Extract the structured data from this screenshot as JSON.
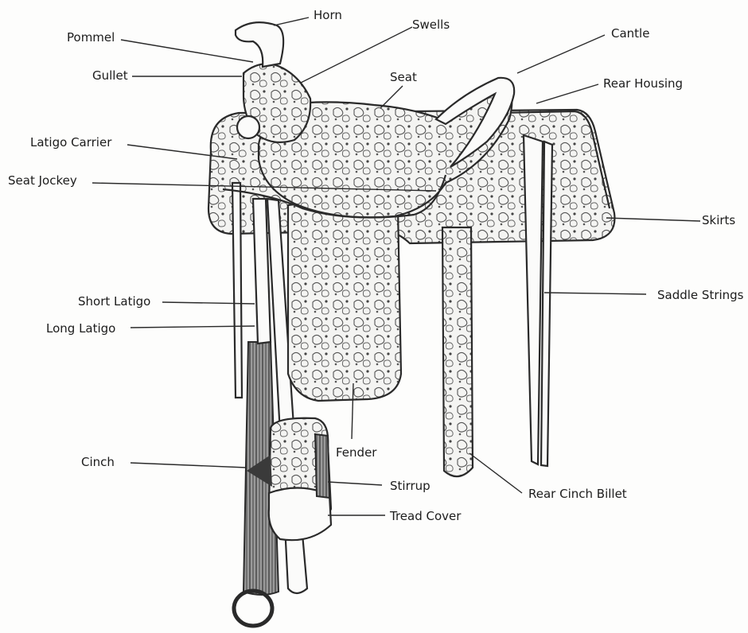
{
  "labels": {
    "horn": "Horn",
    "swells": "Swells",
    "pommel": "Pommel",
    "gullet": "Gullet",
    "cantle": "Cantle",
    "seat": "Seat",
    "rear_housing": "Rear Housing",
    "latigo_carrier": "Latigo Carrier",
    "seat_jockey": "Seat Jockey",
    "skirts": "Skirts",
    "short_latigo": "Short Latigo",
    "saddle_strings": "Saddle Strings",
    "long_latigo": "Long Latigo",
    "fender": "Fender",
    "cinch": "Cinch",
    "stirrup": "Stirrup",
    "rear_cinch_billet": "Rear Cinch Billet",
    "tread_cover": "Tread Cover"
  }
}
